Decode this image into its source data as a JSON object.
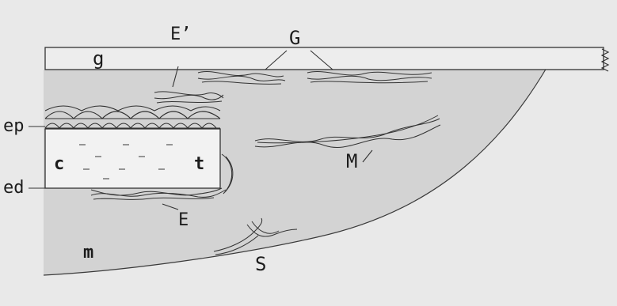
{
  "colors": {
    "paper": "#e9e9e9",
    "tissue": "#d3d3d3",
    "ink": "#2a2a2a"
  },
  "labels": {
    "g": "g",
    "G": "G",
    "E_prime": "E’",
    "ep": "ep",
    "c": "c",
    "t": "t",
    "ed": "ed",
    "E": "E",
    "M": "M",
    "m": "m",
    "S": "S"
  }
}
